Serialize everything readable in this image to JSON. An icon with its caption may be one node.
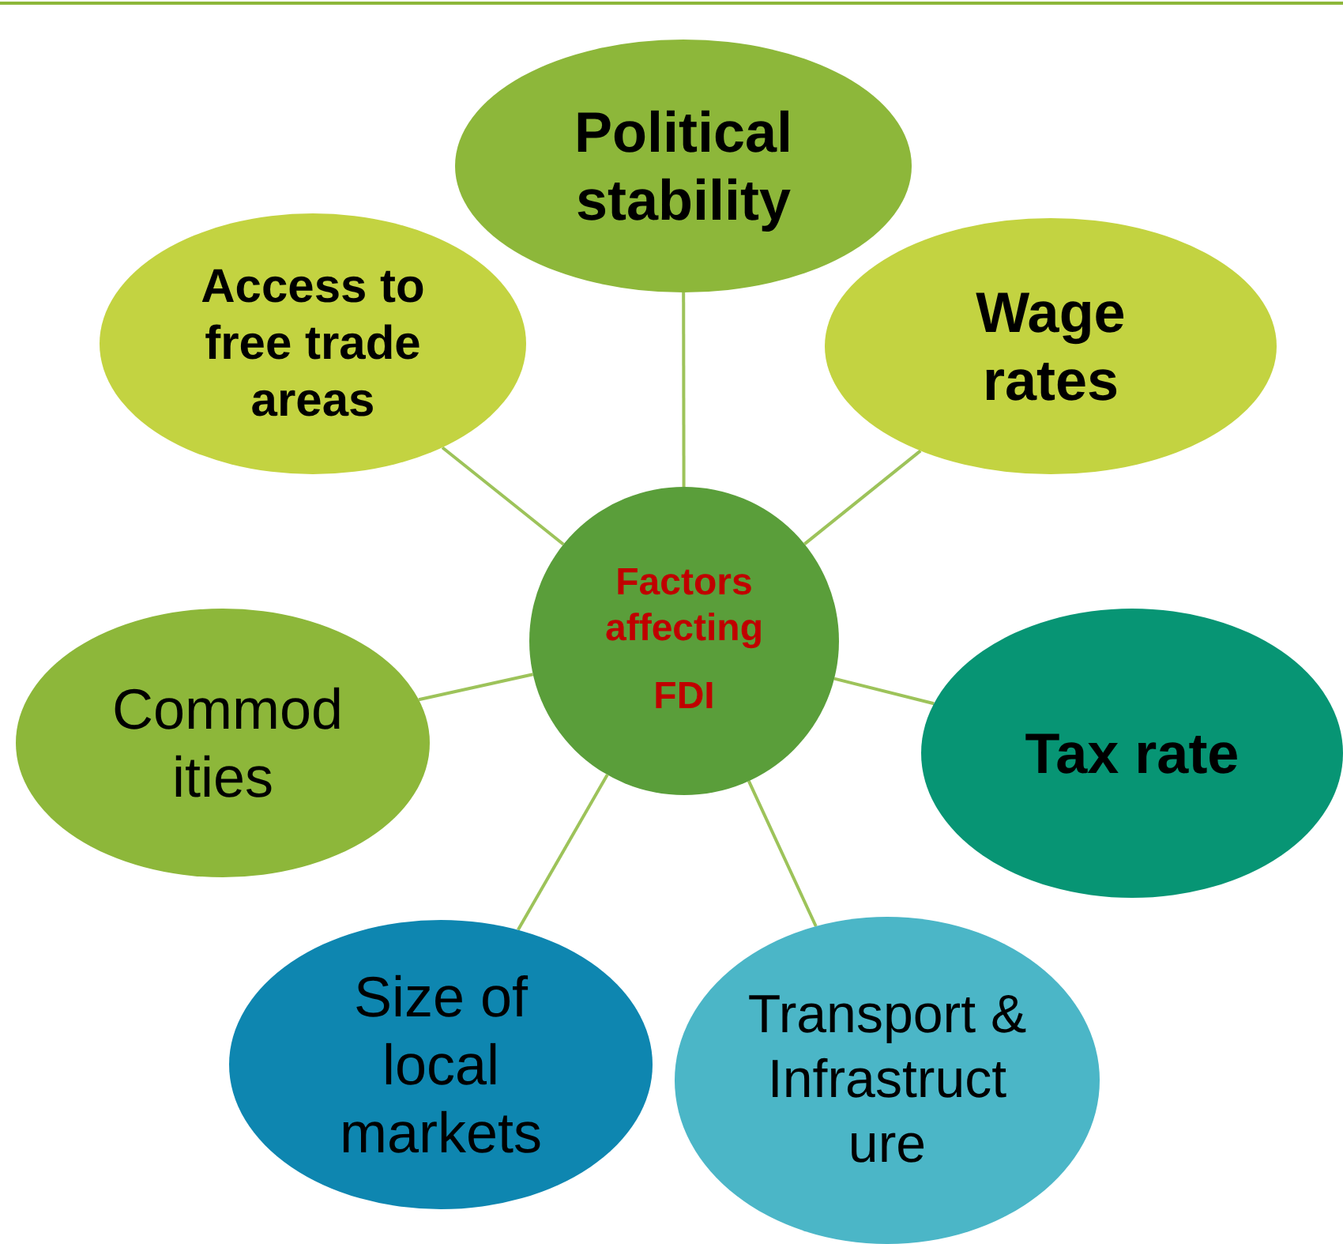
{
  "diagram": {
    "nodes": [
      {
        "text": [
          "Factors affecting",
          "FDI"
        ]
      },
      {
        "text": [
          "Political stability"
        ]
      },
      {
        "text": [
          "Access to free trade areas"
        ]
      },
      {
        "text": [
          "Wage rates"
        ]
      },
      {
        "text": [
          "Commod ities"
        ]
      },
      {
        "text": [
          "Tax rate"
        ]
      },
      {
        "text": [
          "Size of local markets"
        ]
      },
      {
        "text": [
          "Transport & Infrastruct ure"
        ]
      }
    ],
    "edges": [
      {
        "from": 0,
        "to": 1,
        "arrow": "none"
      },
      {
        "from": 0,
        "to": 2,
        "arrow": "none"
      },
      {
        "from": 0,
        "to": 3,
        "arrow": "none"
      },
      {
        "from": 0,
        "to": 4,
        "arrow": "none"
      },
      {
        "from": 0,
        "to": 5,
        "arrow": "none"
      },
      {
        "from": 0,
        "to": 6,
        "arrow": "none"
      },
      {
        "from": 0,
        "to": 7,
        "arrow": "none"
      }
    ]
  }
}
